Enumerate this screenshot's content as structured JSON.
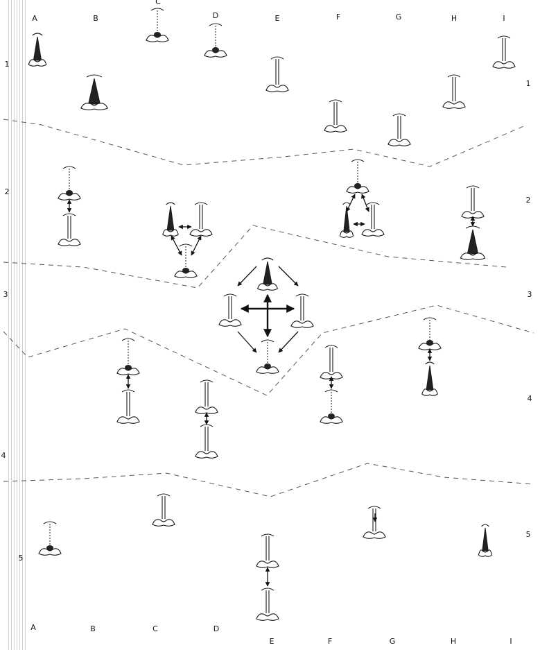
{
  "columns_top": [
    "A",
    "B",
    "C",
    "D",
    "E",
    "F",
    "G",
    "H",
    "I"
  ],
  "columns_bottom": [
    "A",
    "B",
    "C",
    "D",
    "E",
    "F",
    "G",
    "H",
    "I"
  ],
  "rows_left": [
    "1",
    "2",
    "3",
    "4",
    "5"
  ],
  "rows_right": [
    "1",
    "2",
    "3",
    "4",
    "5"
  ],
  "colors": {
    "ink": "#1a1a1a",
    "dash": "#555555",
    "fill": "#222222",
    "paper": "#ffffff"
  }
}
